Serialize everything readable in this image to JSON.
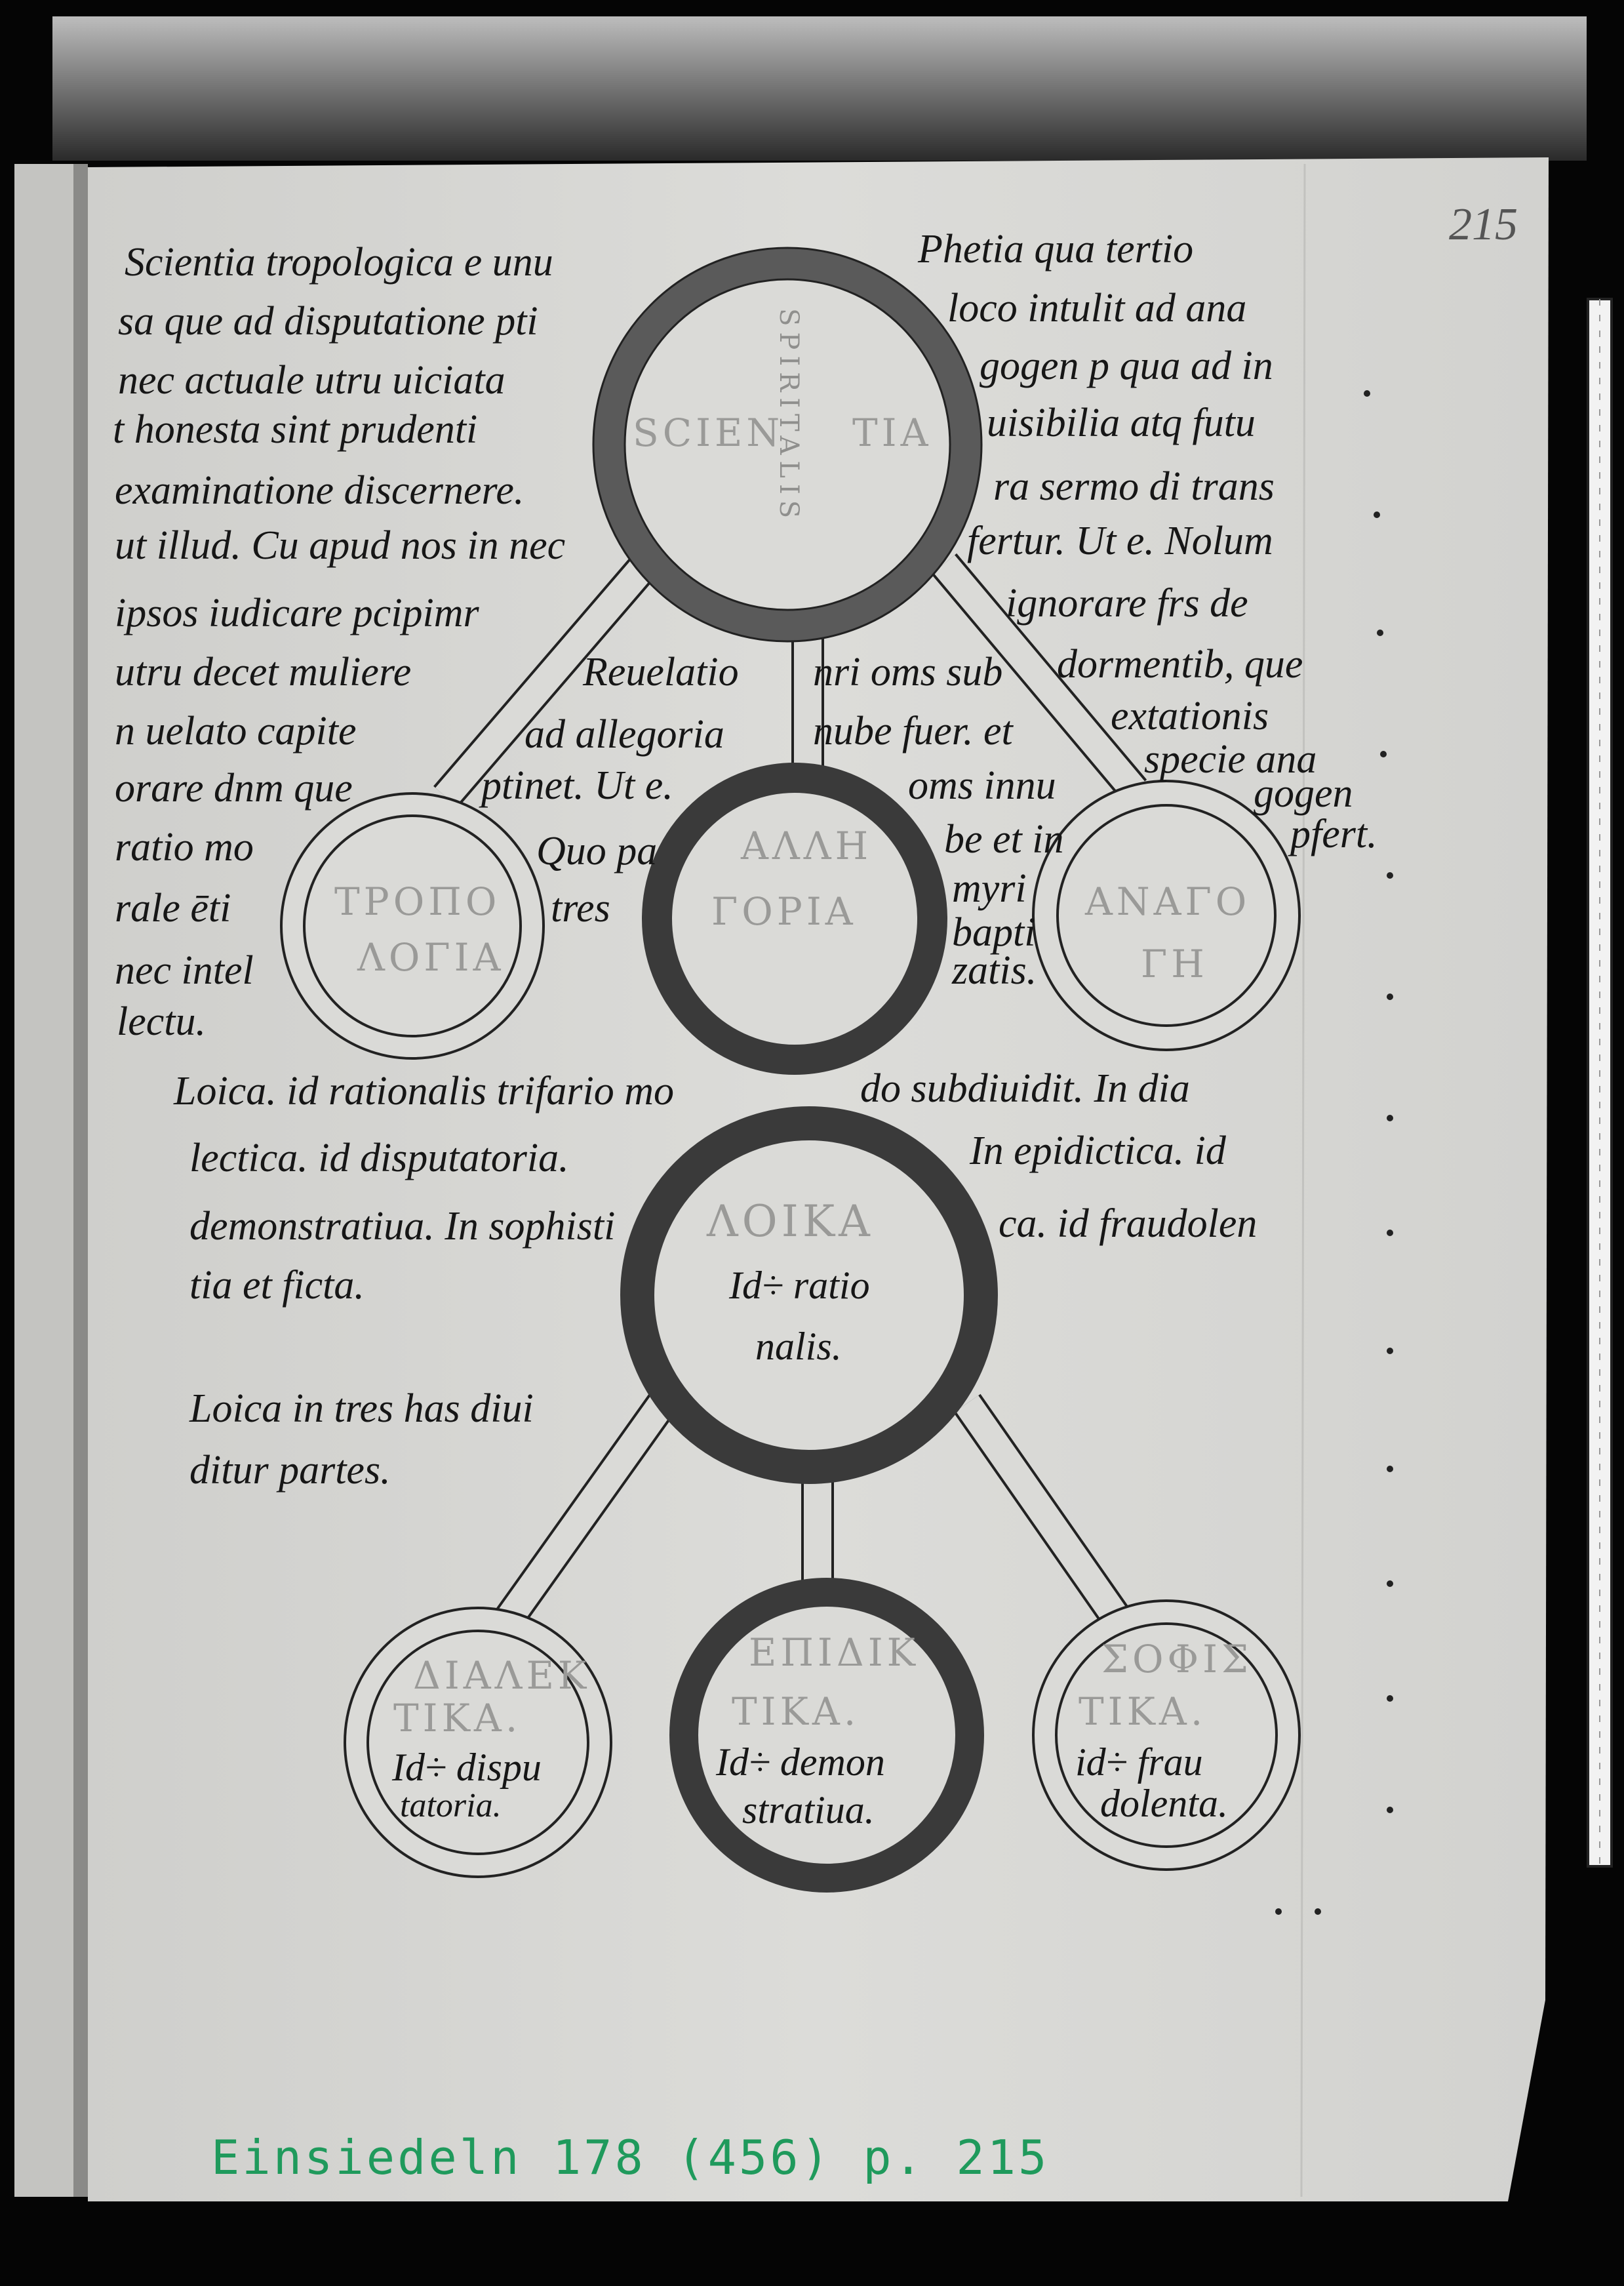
{
  "folio_number": "215",
  "archive_label": "Einsiedeln 178 (456) p. 215",
  "colors": {
    "paper": "#d9d9d6",
    "ink": "#161616",
    "ring_dark": "#4a4a4a",
    "label_green": "#1f9a5c"
  },
  "upper_text": {
    "left": [
      "Scientia tropologica e unu",
      "sa que ad disputatione pti",
      "nec actuale utru uiciata",
      "t honesta sint prudenti",
      "examinatione discernere.",
      "ut illud. Cu apud nos in nec",
      "ipsos iudicare pcipimr",
      "utru decet muliere",
      "n uelato capite",
      "orare dnm que",
      "ratio mo",
      "rale ēti",
      "nec intel",
      "lectu."
    ],
    "center_left": [
      "Reuelatio",
      "ad allegoria",
      "ptinet. Ut e.",
      "Quo pa",
      "tres"
    ],
    "center_right": [
      "nri oms sub",
      "nube fuer. et",
      "oms innu",
      "be et in",
      "myri",
      "bapti",
      "zatis."
    ],
    "right": [
      "Phetia qua tertio",
      "loco intulit ad ana",
      "gogen p qua ad in",
      "uisibilia atq futu",
      "ra sermo di trans",
      "fertur. Ut e. Nolum",
      "ignorare frs de",
      "dormentib, que",
      "extationis",
      "specie ana",
      "gogen",
      "pfert."
    ]
  },
  "upper_diagram": {
    "root": {
      "label_left": "SCIEN",
      "label_right": "TIA",
      "vertical": "SPIRITALIS"
    },
    "children": [
      {
        "line1": "ΤΡΟΠΟ",
        "line2": "ΛΟΓΙΑ"
      },
      {
        "line1": "ΑΛΛΗ",
        "line2": "ΓΟΡΙΑ"
      },
      {
        "line1": "ΑΝΑΓΟ",
        "line2": "ΓΗ"
      }
    ]
  },
  "lower_text": {
    "lines": [
      "Loica. id rationalis trifario mo",
      "do subdiuidit. In dia",
      "lectica. id disputatoria.",
      "In epidictica. id",
      "demonstratiua. In sophisti",
      "ca. id fraudolen",
      "tia et ficta.",
      "Loica in tres has diui",
      "ditur partes."
    ]
  },
  "lower_diagram": {
    "root": {
      "greek": "ΛΟΙΚΑ",
      "gloss1": "Id÷ ratio",
      "gloss2": "nalis."
    },
    "children": [
      {
        "greek1": "ΔΙΑΛΕΚ",
        "greek2": "ΤΙΚΑ.",
        "gloss1": "Id÷ dispu",
        "gloss2": "tatoria."
      },
      {
        "greek1": "ΕΠΙΔΙΚ",
        "greek2": "ΤΙΚΑ.",
        "gloss1": "Id÷ demon",
        "gloss2": "stratiua."
      },
      {
        "greek1": "ΣΟΦΙΣ",
        "greek2": "ΤΙΚΑ.",
        "gloss1": "id÷ frau",
        "gloss2": "dolenta."
      }
    ]
  }
}
